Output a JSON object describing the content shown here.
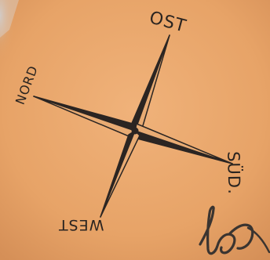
{
  "labels": {
    "ost": "OST",
    "nord": "NORD",
    "sued": "SÜD.",
    "west": "WEST"
  },
  "colors": {
    "paper": "#e9a86b",
    "ink": "#2a2420"
  }
}
